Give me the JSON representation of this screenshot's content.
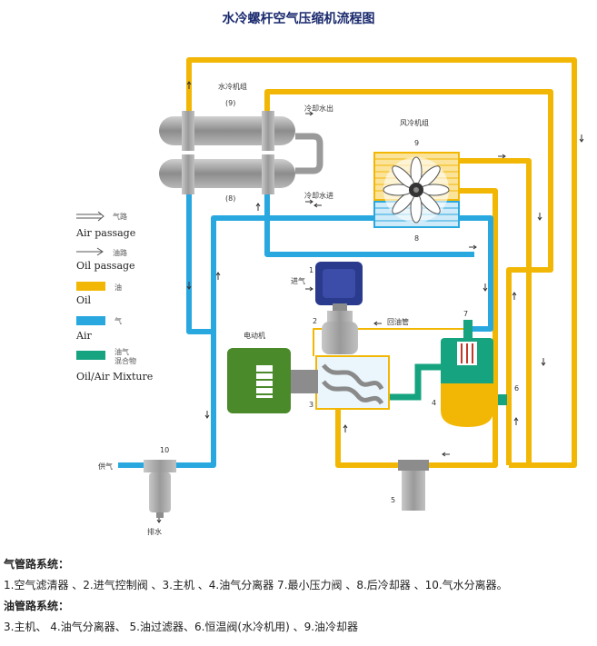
{
  "title": "水冷螺杆空气压缩机流程图",
  "labels": {
    "water_unit": "水冷机组",
    "water_unit_num": "(9)",
    "cool_out": "冷却水出",
    "cool_in": "冷却水进",
    "after_cooler_num": "(8)",
    "air_unit": "风冷机组",
    "air_unit_num": "9",
    "cooler_num": "8",
    "intake": "进气",
    "n1": "1",
    "n2": "2",
    "n3": "3",
    "n4": "4",
    "n5": "5",
    "n6": "6",
    "n7": "7",
    "n10": "10",
    "motor": "电动机",
    "return_pipe": "回油管",
    "supply": "供气",
    "drain": "排水"
  },
  "legend": [
    {
      "cn": "气路",
      "en": "Air passage"
    },
    {
      "cn": "油路",
      "en": "Oil passage"
    },
    {
      "cn": "油",
      "en": "Oil",
      "color": "#f2b705"
    },
    {
      "cn": "气",
      "en": "Air",
      "color": "#29a8e0"
    },
    {
      "cn": "油气混合物",
      "cn1": "油气",
      "cn2": "混合物",
      "en": "Oil/Air Mixture",
      "color": "#16a37f"
    }
  ],
  "colors": {
    "oil": "#f2b705",
    "air": "#29a8e0",
    "mixture": "#16a37f",
    "motor": "#4a8a2a",
    "filter": "#2a3a8c",
    "grey": "#9a9a9a"
  },
  "notes": {
    "air_head": "气管路系统：",
    "air_body": "1.空气滤清器 、2.进气控制阀 、3.主机 、4.油气分离器 7.最小压力阀 、8.后冷却器 、10.气水分离器。",
    "oil_head": "油管路系统：",
    "oil_body": "3.主机、 4.油气分离器、 5.油过滤器、6.恒温阀(水冷机用) 、9.油冷却器"
  }
}
